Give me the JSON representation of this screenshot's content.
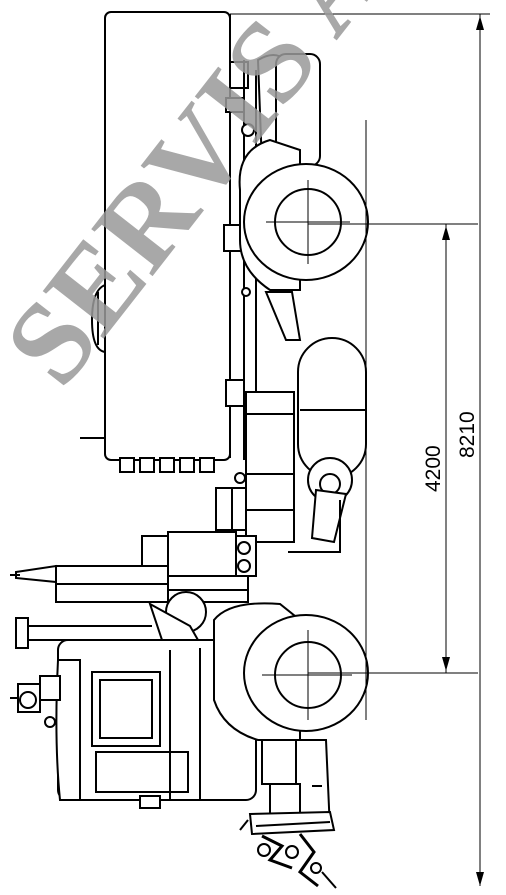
{
  "dimensions": {
    "wheelbase": "4200",
    "overall_length": "8210"
  },
  "watermark": {
    "text": "SERVIS A",
    "color": "#9a9a9a"
  }
}
